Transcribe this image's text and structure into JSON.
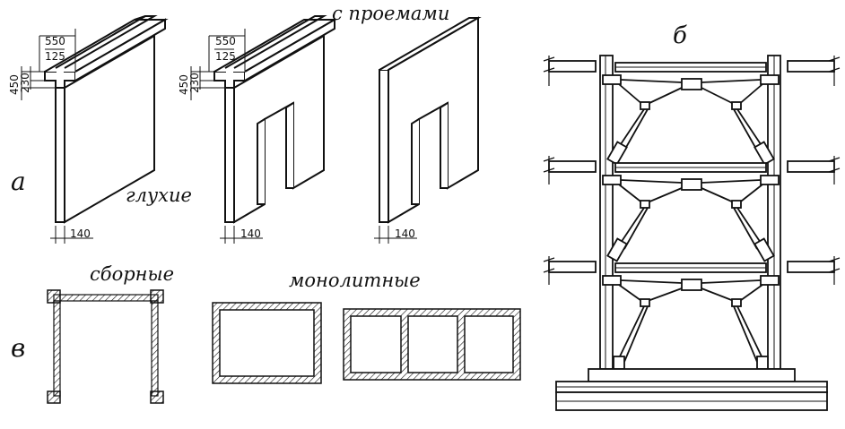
{
  "labels": {
    "a": "а",
    "b": "б",
    "v": "в",
    "blind": "глухие",
    "openings": "с проемами",
    "precast": "сборные",
    "monolithic": "монолитные"
  },
  "dimensions": {
    "d550": "550",
    "d125": "125",
    "d450": "450",
    "d230": "230",
    "d140": "140"
  }
}
